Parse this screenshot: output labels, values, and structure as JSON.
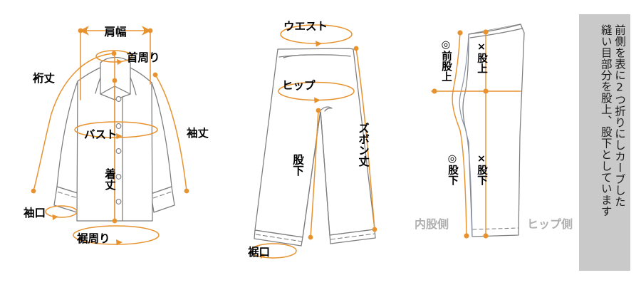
{
  "colors": {
    "measure_orange": "#e8922e",
    "garment_outline": "#7d7d7d",
    "label_black": "#000000",
    "side_label_gray": "#b0b0b0",
    "note_panel_bg": "#c9c9c9",
    "note_text": "#1a1a1a",
    "page_background": "#ffffff"
  },
  "jacket": {
    "title": "jacket-measurement-diagram",
    "labels": {
      "shoulder_width": "肩幅",
      "neck": "首周り",
      "sleeve_yoke_length": "裄丈",
      "sleeve_length": "袖丈",
      "bust": "バスト",
      "body_length": "着丈",
      "cuff": "袖口",
      "hem": "裾周り"
    }
  },
  "pants": {
    "title": "pants-measurement-diagram",
    "labels": {
      "waist": "ウエスト",
      "hip": "ヒップ",
      "pants_length": "ズボン丈",
      "inseam": "股下",
      "leg_opening": "裾口"
    }
  },
  "leg_pattern": {
    "title": "leg-pattern-measurement-diagram",
    "labels": {
      "front_rise": "◎前股上",
      "rise": "×股上",
      "curved_inseam": "◎股下",
      "straight_inseam": "×股下",
      "inner_thigh_side": "内股側",
      "hip_side": "ヒップ側"
    }
  },
  "note": {
    "title": "measurement-note",
    "lines": [
      "前側を表に2つ折りにしカーブした",
      "縫い目部分を股上、股下としています"
    ]
  }
}
